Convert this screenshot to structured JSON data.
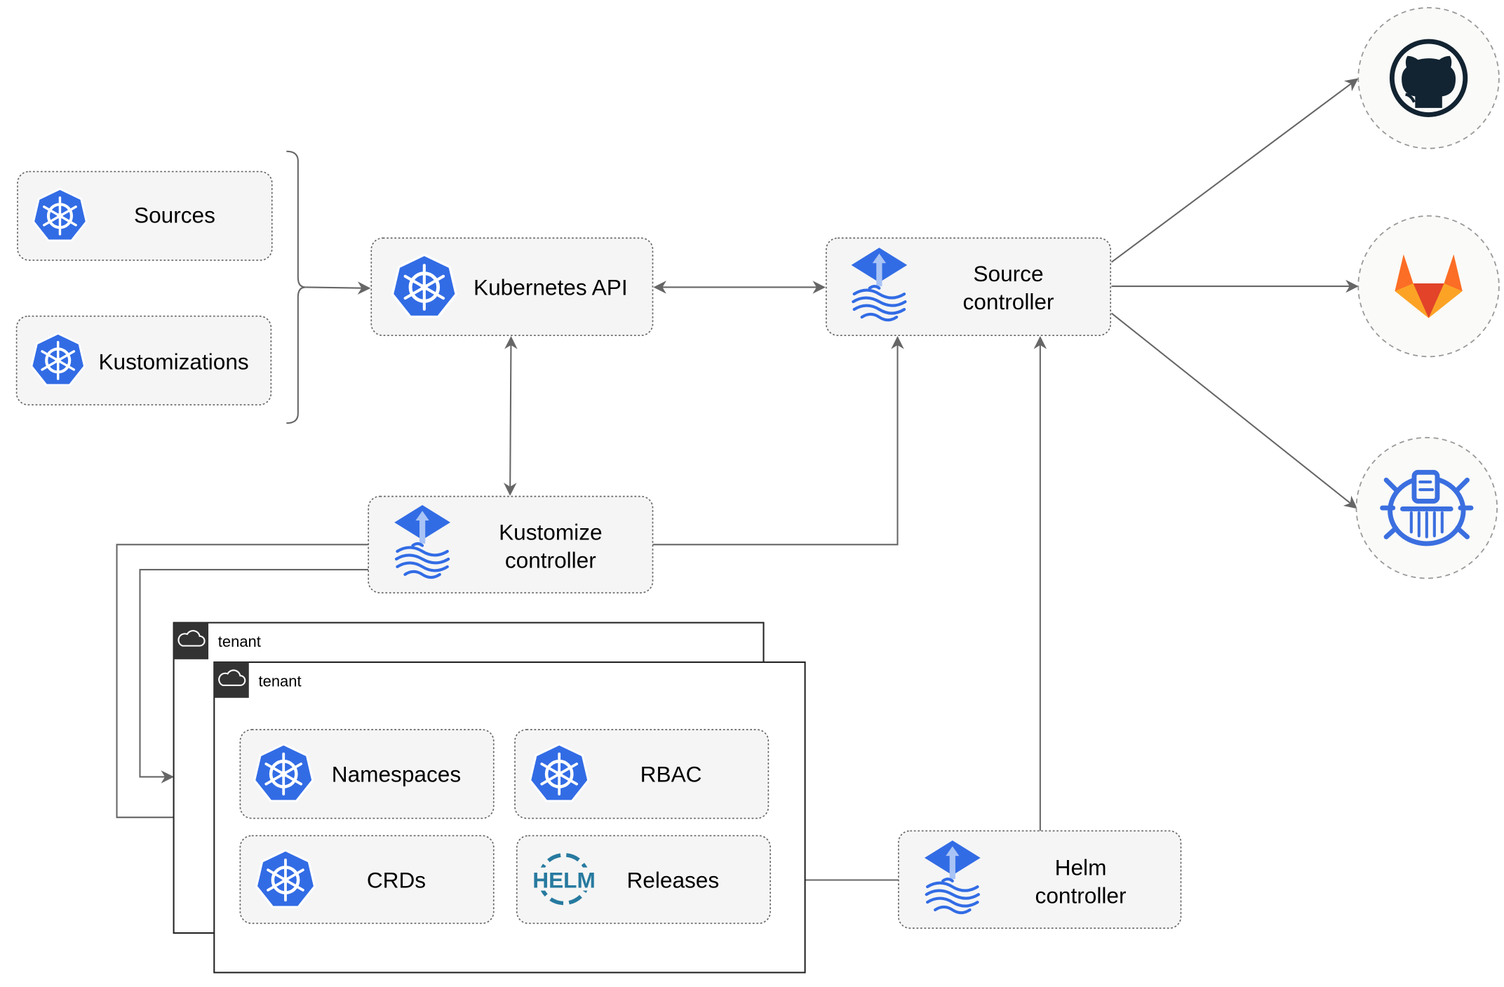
{
  "colors": {
    "kubernetes_blue": "#326ce5",
    "flux_blue": "#326ce5",
    "edge": "#666666",
    "box_fill": "#f5f5f5",
    "tenant_header": "#333333",
    "github": "#122331",
    "gitlab_orange": "#e24329",
    "gitlab_light": "#fca326",
    "helm": "#277a9f"
  },
  "inputs": {
    "sources": {
      "label": "Sources",
      "icon": "kubernetes-icon"
    },
    "kustomizations": {
      "label": "Kustomizations",
      "icon": "kubernetes-icon"
    }
  },
  "kubernetes_api": {
    "label": "Kubernetes API",
    "icon": "kubernetes-icon"
  },
  "source_controller": {
    "line1": "Source",
    "line2": "controller",
    "icon": "flux-icon"
  },
  "kustomize_controller": {
    "line1": "Kustomize",
    "line2": "controller",
    "icon": "flux-icon"
  },
  "helm_controller": {
    "line1": "Helm",
    "line2": "controller",
    "icon": "flux-icon"
  },
  "providers": [
    {
      "icon": "github-icon"
    },
    {
      "icon": "gitlab-icon"
    },
    {
      "icon": "bucket-icon"
    }
  ],
  "tenants": [
    {
      "label": "tenant",
      "icon": "cloud-icon"
    },
    {
      "label": "tenant",
      "icon": "cloud-icon"
    }
  ],
  "tenant_resources": [
    {
      "label": "Namespaces",
      "icon": "kubernetes-icon"
    },
    {
      "label": "RBAC",
      "icon": "kubernetes-icon"
    },
    {
      "label": "CRDs",
      "icon": "kubernetes-icon"
    },
    {
      "label": "Releases",
      "icon": "helm-icon",
      "icon_text": "HELM"
    }
  ]
}
